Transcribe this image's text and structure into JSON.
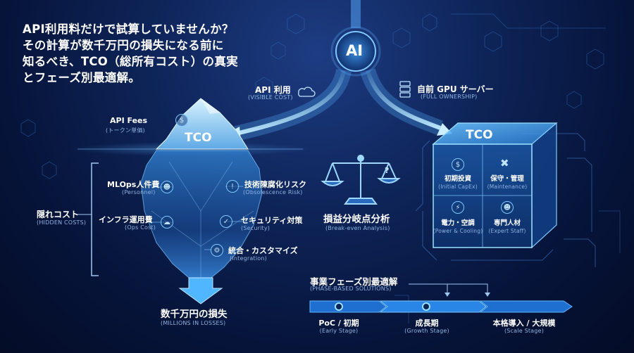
{
  "headline": {
    "line1": "API利用料だけで試算していませんか？",
    "line2": "その計算が数千万円の損失になる前に",
    "line3": "知るべき、TCO（総所有コスト）の真実",
    "line4": "とフェーズ別最適解。"
  },
  "ai_badge": "AI",
  "api_path": {
    "label": "API 利用",
    "sub": "(VISIBLE COST)",
    "icon": "cloud-icon"
  },
  "own_path": {
    "label": "自前 GPU サーバー",
    "sub": "(FULL OWNERSHIP)",
    "icon": "server-icon"
  },
  "iceberg": {
    "tco": "TCO",
    "api_fees": {
      "label": "API Fees",
      "sub": "(トークン単価)"
    },
    "hidden_costs": {
      "label": "隠れコスト",
      "sub": "(HIDDEN COSTS)"
    },
    "items": [
      {
        "label": "MLOps人件費",
        "sub": "(Personnel)",
        "icon": "person-icon"
      },
      {
        "label": "インフラ運用費",
        "sub": "(Ops Cost)",
        "icon": "cloud-icon"
      },
      {
        "label": "技術陳腐化リスク",
        "sub": "(Obsolescence Risk)",
        "icon": "warning-icon"
      },
      {
        "label": "セキュリティ対策",
        "sub": "(Security)",
        "icon": "shield-icon"
      },
      {
        "label": "統合・カスタマイズ",
        "sub": "(Integration)",
        "icon": "gear-icon"
      }
    ],
    "loss": {
      "label": "数千万円の損失",
      "sub": "(MILLIONS IN LOSSES)"
    }
  },
  "scale": {
    "label": "損益分岐点分析",
    "sub": "(Break-even Analysis)"
  },
  "cube": {
    "tco": "TCO",
    "cells": [
      {
        "label": "初期投資",
        "sub": "(Initial CapEx)",
        "icon": "dollar-icon"
      },
      {
        "label": "保守・管理",
        "sub": "(Maintenance)",
        "icon": "tools-icon"
      },
      {
        "label": "電力・空調",
        "sub": "(Power & Cooling)",
        "icon": "power-icon"
      },
      {
        "label": "専門人材",
        "sub": "(Expert Staff)",
        "icon": "person-icon"
      }
    ]
  },
  "phases": {
    "title": "事業フェーズ別最適解",
    "sub": "(PHASE-BASED SOLUTIONS)",
    "stages": [
      {
        "label": "PoC / 初期",
        "sub": "(Early Stage)"
      },
      {
        "label": "成長期",
        "sub": "(Growth Stage)"
      },
      {
        "label": "本格導入 / 大規模",
        "sub": "(Scale Stage)"
      }
    ]
  },
  "colors": {
    "background": "#06143a",
    "accent": "#4fb6ff",
    "glow": "#9be0ff"
  }
}
